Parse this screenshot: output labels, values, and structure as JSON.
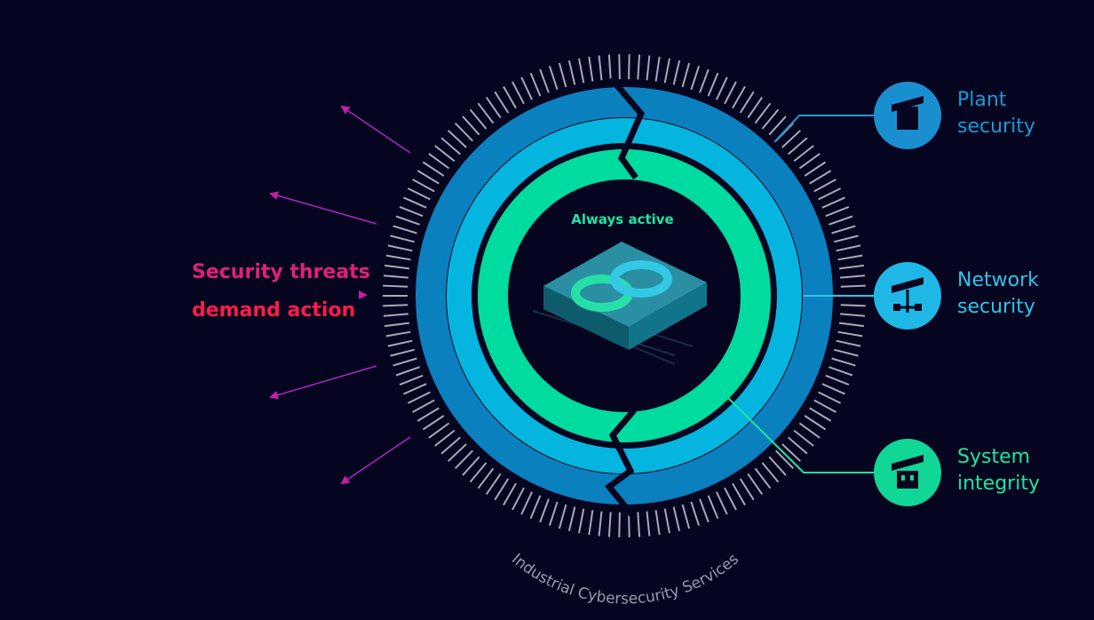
{
  "threats": {
    "line1": "Security threats",
    "line2": "demand action"
  },
  "center": {
    "label": "Always active"
  },
  "ring_caption": "Industrial Cybersecurity Services",
  "layers": [
    {
      "line1": "Plant",
      "line2": "security",
      "icon": "plant-icon",
      "color": "#1a9ad6",
      "icon_bg": "#1a8fd0"
    },
    {
      "line1": "Network",
      "line2": "security",
      "icon": "network-icon",
      "color": "#2ec4ec",
      "icon_bg": "#1fb8e6"
    },
    {
      "line1": "System",
      "line2": "integrity",
      "icon": "system-icon",
      "color": "#1de5a3",
      "icon_bg": "#10d696"
    }
  ],
  "colors": {
    "background": "#05051f",
    "threat_magenta": "#e0207a",
    "threat_red": "#ff1b4b",
    "arrow_purple": "#b026c4",
    "tick_grey": "#a8a8b8",
    "ring_outer": "#0a80bf",
    "ring_middle": "#04b6df",
    "ring_inner": "#00dba0"
  }
}
